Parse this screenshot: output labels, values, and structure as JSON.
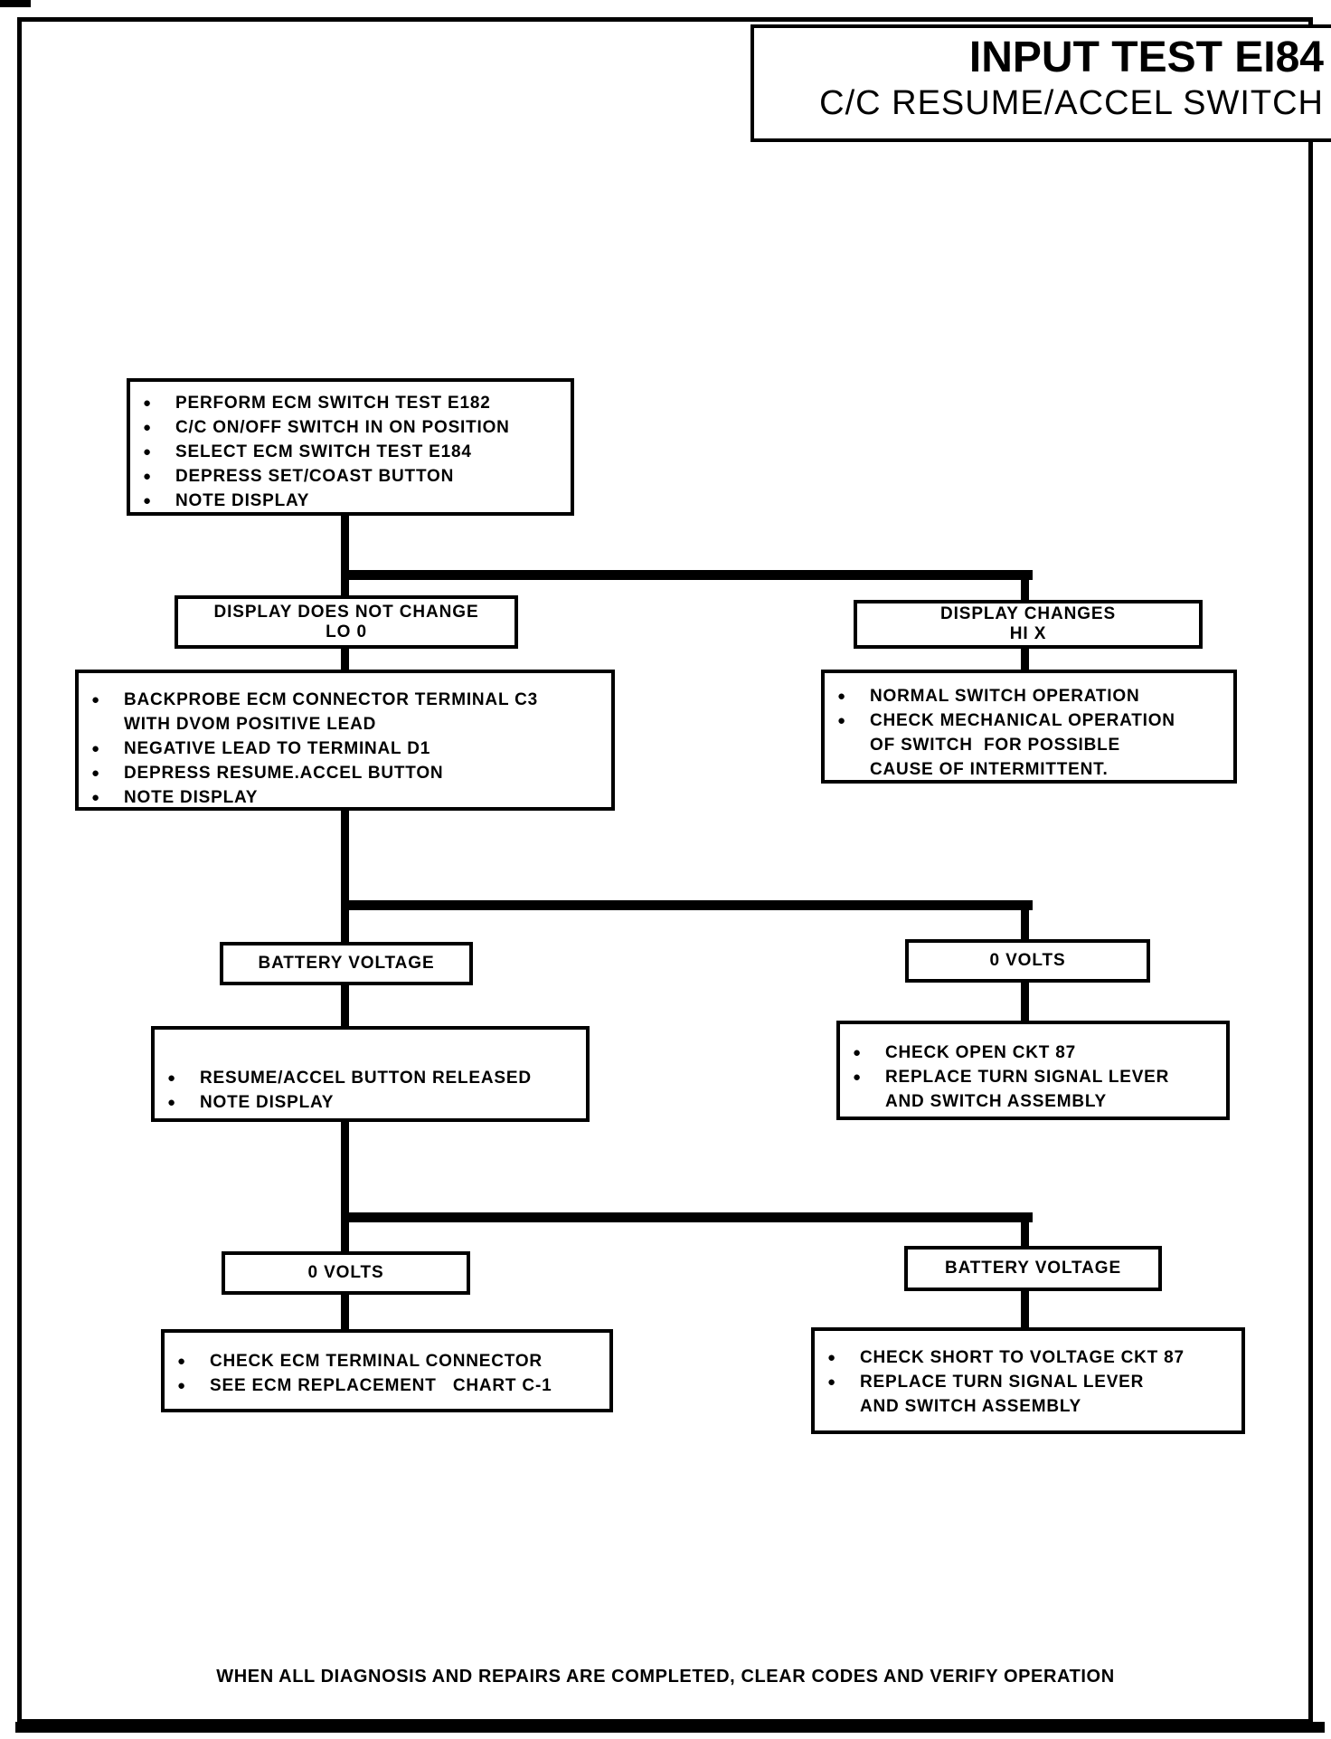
{
  "header": {
    "title": "INPUT TEST EI84",
    "subtitle": "C/C RESUME/ACCEL SWITCH"
  },
  "icons": {
    "bullet": "●"
  },
  "colors": {
    "ink": "#000000",
    "paper": "#ffffff"
  },
  "flow": {
    "start": {
      "items": [
        "PERFORM ECM SWITCH TEST E182",
        "C/C ON/OFF SWITCH IN ON POSITION",
        "SELECT ECM SWITCH TEST E184",
        "DEPRESS SET/COAST BUTTON",
        "NOTE DISPLAY"
      ]
    },
    "display_no_change": {
      "line1": "DISPLAY DOES NOT CHANGE",
      "line2": "LO 0"
    },
    "display_changes": {
      "line1": "DISPLAY CHANGES",
      "line2": "HI X"
    },
    "backprobe": {
      "items": [
        "BACKPROBE ECM CONNECTOR TERMINAL C3\nWITH DVOM POSITIVE LEAD",
        "NEGATIVE LEAD TO TERMINAL D1",
        "DEPRESS RESUME.ACCEL BUTTON",
        "NOTE DISPLAY"
      ]
    },
    "normal_operation": {
      "items": [
        "NORMAL SWITCH OPERATION",
        "CHECK MECHANICAL OPERATION\nOF SWITCH  FOR POSSIBLE\nCAUSE OF INTERMITTENT."
      ]
    },
    "battery_voltage_1": {
      "label": "BATTERY VOLTAGE"
    },
    "zero_volts_1": {
      "label": "0 VOLTS"
    },
    "button_released": {
      "items": [
        "RESUME/ACCEL BUTTON RELEASED",
        "NOTE DISPLAY"
      ]
    },
    "check_open_ckt": {
      "items": [
        "CHECK OPEN CKT 87",
        "REPLACE TURN SIGNAL LEVER\nAND SWITCH ASSEMBLY"
      ]
    },
    "zero_volts_2": {
      "label": "0 VOLTS"
    },
    "battery_voltage_2": {
      "label": "BATTERY VOLTAGE"
    },
    "check_ecm_terminal": {
      "items": [
        "CHECK ECM TERMINAL CONNECTOR",
        "SEE ECM REPLACEMENT   CHART C-1"
      ]
    },
    "check_short_ckt": {
      "items": [
        "CHECK SHORT TO VOLTAGE CKT 87",
        "REPLACE TURN SIGNAL LEVER\nAND SWITCH ASSEMBLY"
      ]
    }
  },
  "footer": {
    "note": "WHEN ALL DIAGNOSIS AND REPAIRS ARE COMPLETED, CLEAR CODES AND VERIFY OPERATION"
  }
}
